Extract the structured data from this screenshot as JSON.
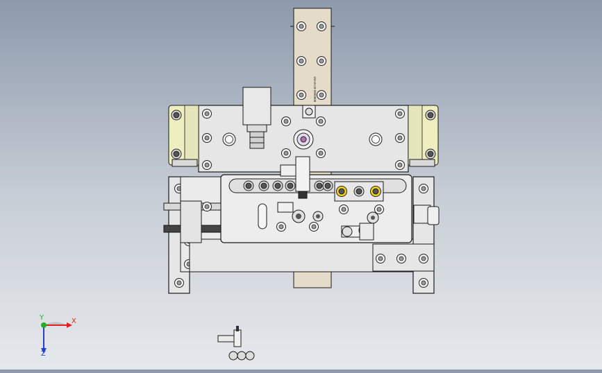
{
  "viewport": {
    "background_top": "#8d9aac",
    "background_bottom": "#e6e9ec",
    "model_color": "#e6e6e6",
    "rail_color": "#e4dcc8",
    "bracket_color": "#eeeebf",
    "bolt_color": "#f0d21e",
    "line_color": "#1a1a1a"
  },
  "triad": {
    "x_label": "X",
    "y_label": "Y",
    "z_label": "Z",
    "x_color": "#e02020",
    "y_color": "#20b020",
    "z_color": "#2040d0"
  },
  "rail_engraving": "10AJHJ3-0900808",
  "icons": [
    "coordinate-triad-icon",
    "bolt-hole-icon",
    "pneumatic-fitting-icon"
  ]
}
